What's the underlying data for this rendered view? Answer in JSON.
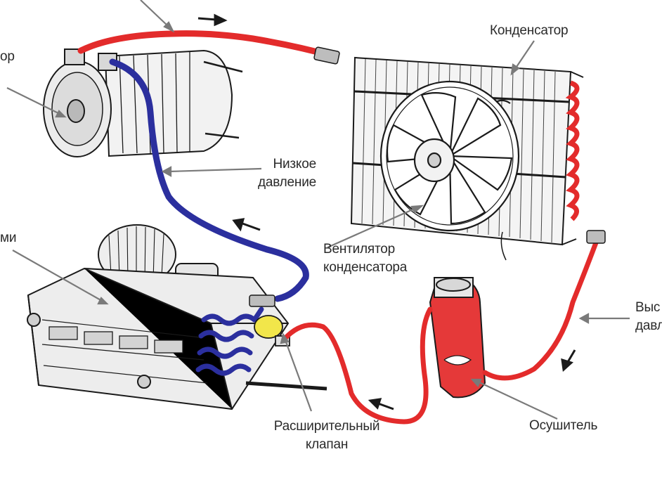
{
  "colors": {
    "high_pressure": "#e32b2b",
    "low_pressure": "#2b2f9e",
    "pointer_line": "#7a7a7a",
    "label_text": "#2a2a2a",
    "component_line": "#1a1a1a"
  },
  "labels": {
    "compressor_partial": "ор",
    "condenser": "Конденсатор",
    "low_pressure_line1": "Низкое",
    "low_pressure_line2": "давление",
    "evaporator_partial": "ми",
    "condenser_fan_line1": "Вентилятор",
    "condenser_fan_line2": "конденсатора",
    "high_pressure_line1_partial": "Выс",
    "high_pressure_line2_partial": "давл",
    "expansion_valve_line1": "Расширительный",
    "expansion_valve_line2": "клапан",
    "dryer": "Осушитель"
  }
}
